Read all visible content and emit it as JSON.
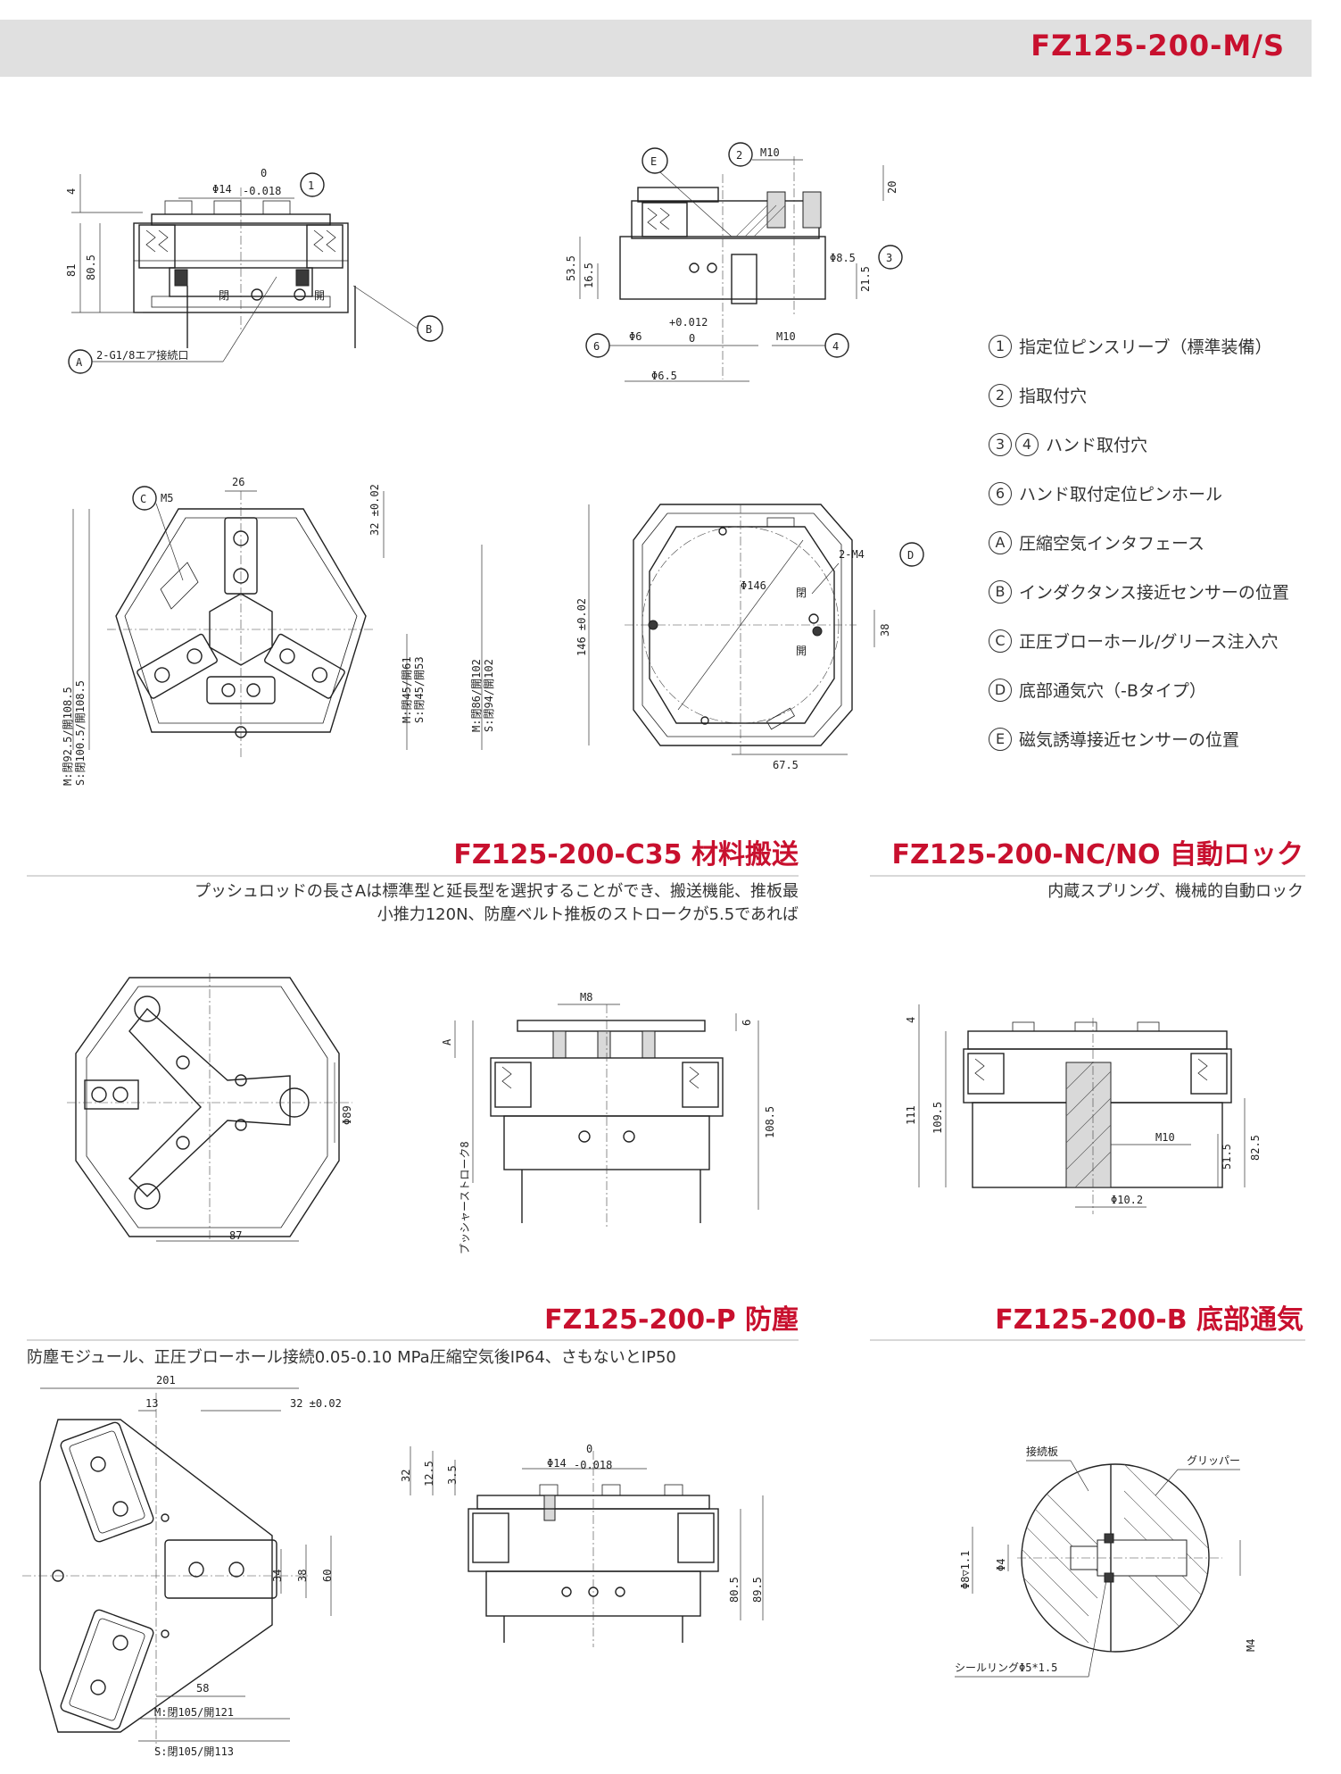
{
  "header": {
    "title": "FZ125-200-M/S"
  },
  "legend": [
    {
      "marks": [
        "1"
      ],
      "text": "指定位ピンスリーブ（標準装備）"
    },
    {
      "marks": [
        "2"
      ],
      "text": "指取付穴"
    },
    {
      "marks": [
        "3",
        "4"
      ],
      "text": "ハンド取付穴"
    },
    {
      "marks": [
        "6"
      ],
      "text": "ハンド取付定位ピンホール"
    },
    {
      "marks": [
        "A"
      ],
      "text": "圧縮空気インタフェース"
    },
    {
      "marks": [
        "B"
      ],
      "text": "インダクタンス接近センサーの位置"
    },
    {
      "marks": [
        "C"
      ],
      "text": "正圧ブローホール/グリース注入穴"
    },
    {
      "marks": [
        "D"
      ],
      "text": "底部通気穴（-Bタイプ）"
    },
    {
      "marks": [
        "E"
      ],
      "text": "磁気誘導接近センサーの位置"
    }
  ],
  "sections": {
    "c35": {
      "title": "FZ125-200-C35 材料搬送",
      "desc_line1": "プッシュロッドの長さAは標準型と延長型を選択することができ、搬送機能、推板最",
      "desc_line2": "小推力120N、防塵ベルト推板のストロークが5.5であれば"
    },
    "nc": {
      "title": "FZ125-200-NC/NO 自動ロック",
      "desc": "内蔵スプリング、機械的自動ロック"
    },
    "p": {
      "title": "FZ125-200-P 防塵",
      "desc": "防塵モジュール、正圧ブローホール接続0.05-0.10 MPa圧縮空気後IP64、さもないとIP50"
    },
    "b": {
      "title": "FZ125-200-B 底部通気"
    }
  },
  "drawings": {
    "side_view": {
      "dim_4": "4",
      "dim_81": "81",
      "dim_80_5": "80.5",
      "phi14": "Φ14",
      "tol_top": "0",
      "tol_bottom": "-0.018",
      "mark_1": "1",
      "mark_A": "A",
      "mark_B": "B",
      "label_close": "閉",
      "label_open": "開",
      "air_port": "2-G1/8エア接続口"
    },
    "section_view": {
      "mark_E": "E",
      "mark_2": "2",
      "m10_top": "M10",
      "dim_20": "20",
      "dim_53_5": "53.5",
      "dim_16_5": "16.5",
      "phi8_5": "Φ8.5",
      "mark_3": "3",
      "dim_21_5": "21.5",
      "tol_plus": "+0.012",
      "tol_zero": "0",
      "mark_6": "6",
      "phi6": "Φ6",
      "m10_bottom": "M10",
      "mark_4": "4",
      "phi6_5": "Φ6.5"
    },
    "top_view": {
      "mark_C": "C",
      "m5": "M5",
      "dim_26": "26",
      "dim_32": "32 ±0.02",
      "left_m": "M:閉92.5/開108.5",
      "left_s": "S:閉100.5/開108.5",
      "mid_m": "M:閉45/開61",
      "mid_s": "S:閉45/開53",
      "right_m": "M:閉86/開102",
      "right_s": "S:閉94/開102"
    },
    "bottom_view": {
      "dim_146": "146 ±0.02",
      "phi146": "Φ146",
      "m4": "2-M4",
      "mark_D": "D",
      "label_close": "閉",
      "label_open": "開",
      "dim_38": "38",
      "dim_67_5": "67.5"
    },
    "c35_top": {
      "phi89": "Φ89",
      "dim_87": "87"
    },
    "c35_side": {
      "m8": "M8",
      "dim_6": "6",
      "dim_A": "A",
      "stroke": "プッシャーストローク8",
      "dim_108_5": "108.5"
    },
    "nc_side": {
      "dim_4": "4",
      "dim_111": "111",
      "dim_109_5": "109.5",
      "m10": "M10",
      "dim_51_5": "51.5",
      "dim_82_5": "82.5",
      "phi10_2": "Φ10.2"
    },
    "p_top": {
      "dim_201": "201",
      "dim_13": "13",
      "dim_32": "32 ±0.02",
      "dim_34": "34",
      "dim_38": "38",
      "dim_60": "60",
      "dim_58": "58",
      "m_label": "M:閉105/開121",
      "s_label": "S:閉105/開113"
    },
    "p_side": {
      "dim_32": "32",
      "dim_12_5": "12.5",
      "dim_3_5": "3.5",
      "phi14": "Φ14",
      "tol_top": "0",
      "tol_bottom": "-0.018",
      "dim_80_5": "80.5",
      "dim_89_5": "89.5"
    },
    "b_detail": {
      "plate": "接続板",
      "gripper": "グリッパー",
      "phi8": "Φ8▽1.1",
      "phi4": "Φ4",
      "m4": "M4",
      "seal": "シールリングΦ5*1.5"
    }
  }
}
